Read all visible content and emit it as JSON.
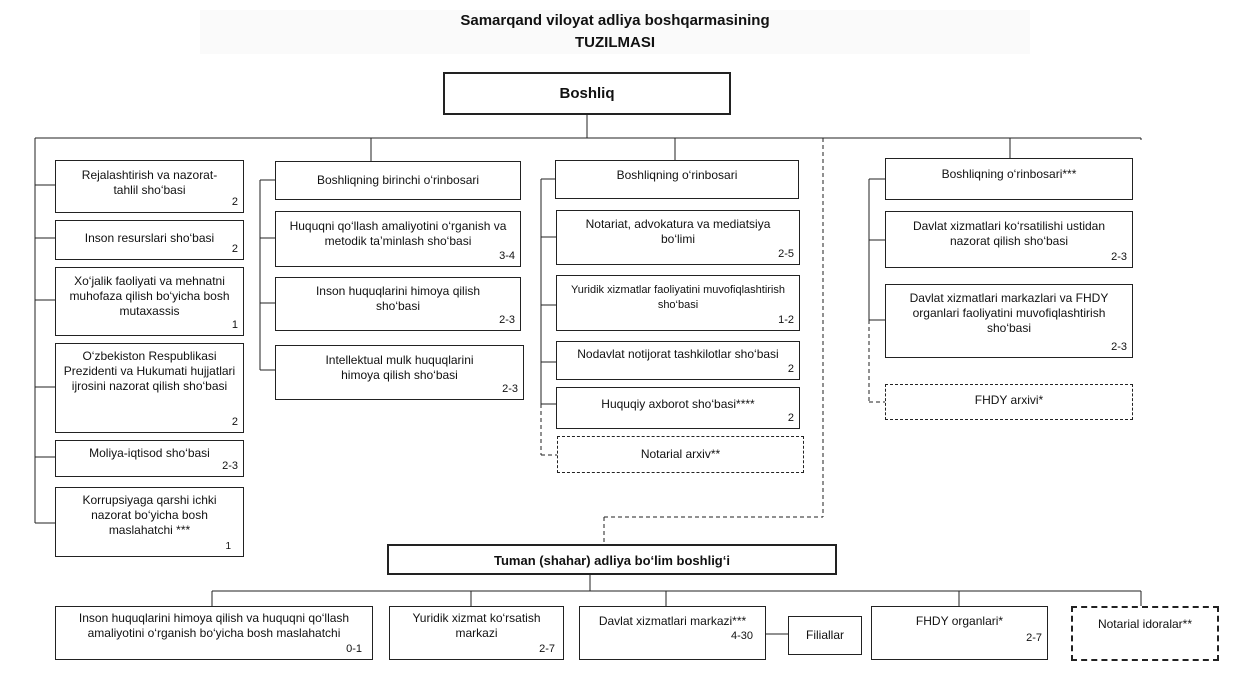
{
  "title": {
    "line1": "Samarqand viloyat adliya boshqarmasining",
    "line2": "TUZILMASI"
  },
  "top": {
    "label": "Boshliq"
  },
  "left_column": [
    {
      "label": "Rejalashtirish va nazorat-tahlil sho‘basi",
      "staff": "2"
    },
    {
      "label": "Inson resurslari sho‘basi",
      "staff": "2"
    },
    {
      "label": "Xo‘jalik faoliyati va mehnatni muhofaza qilish bo‘yicha bosh mutaxassis",
      "staff": "1"
    },
    {
      "label": "O‘zbekiston Respublikasi Prezidenti va Hukumati hujjatlari ijrosini nazorat qilish sho‘basi",
      "staff": "2"
    },
    {
      "label": "Moliya-iqtisod sho‘basi",
      "staff": "2-3"
    },
    {
      "label": "Korrupsiyaga qarshi ichki nazorat bo‘yicha bosh maslahatchi ***",
      "staff": "1"
    }
  ],
  "first_deputy": {
    "label": "Boshliqning birinchi o‘rinbosari",
    "units": [
      {
        "label": "Huquqni qo‘llash amaliyotini o‘rganish va metodik ta’minlash sho‘basi",
        "staff": "3-4"
      },
      {
        "label": "Inson huquqlarini himoya qilish sho‘basi",
        "staff": "2-3"
      },
      {
        "label": "Intellektual mulk huquqlarini himoya qilish sho‘basi",
        "staff": "2-3"
      }
    ]
  },
  "deputy": {
    "label": "Boshliqning o‘rinbosari",
    "units": [
      {
        "label": "Notariat, advokatura va mediatsiya bo‘limi",
        "staff": "2-5"
      },
      {
        "label": "Yuridik xizmatlar faoliyatini muvofiqlashtirish sho‘basi",
        "staff": "1-2"
      },
      {
        "label": "Nodavlat notijorat tashkilotlar sho‘basi",
        "staff": "2"
      },
      {
        "label": "Huquqiy axborot sho‘basi****",
        "staff": "2"
      }
    ],
    "archive": "Notarial arxiv**"
  },
  "deputy2": {
    "label": "Boshliqning o‘rinbosari***",
    "units": [
      {
        "label": "Davlat xizmatlari ko‘rsatilishi ustidan nazorat qilish sho‘basi",
        "staff": "2-3"
      },
      {
        "label": "Davlat xizmatlari markazlari va FHDY organlari faoliyatini muvofiqlashtirish sho‘basi",
        "staff": "2-3"
      }
    ],
    "archive": "FHDY arxivi*"
  },
  "district": {
    "label": "Tuman (shahar) adliya bo‘lim boshlig‘i",
    "units": [
      {
        "label": "Inson huquqlarini himoya qilish va huquqni qo‘llash amaliyotini o‘rganish bo‘yicha bosh maslahatchi",
        "staff": "0-1"
      },
      {
        "label": "Yuridik xizmat ko‘rsatish markazi",
        "staff": "2-7"
      },
      {
        "label": "Davlat xizmatlari markazi***",
        "staff": "4-30"
      },
      {
        "label": "Filiallar",
        "staff": ""
      },
      {
        "label": "FHDY organlari*",
        "staff": "2-7"
      },
      {
        "label": "Notarial idoralar**",
        "staff": ""
      }
    ]
  }
}
